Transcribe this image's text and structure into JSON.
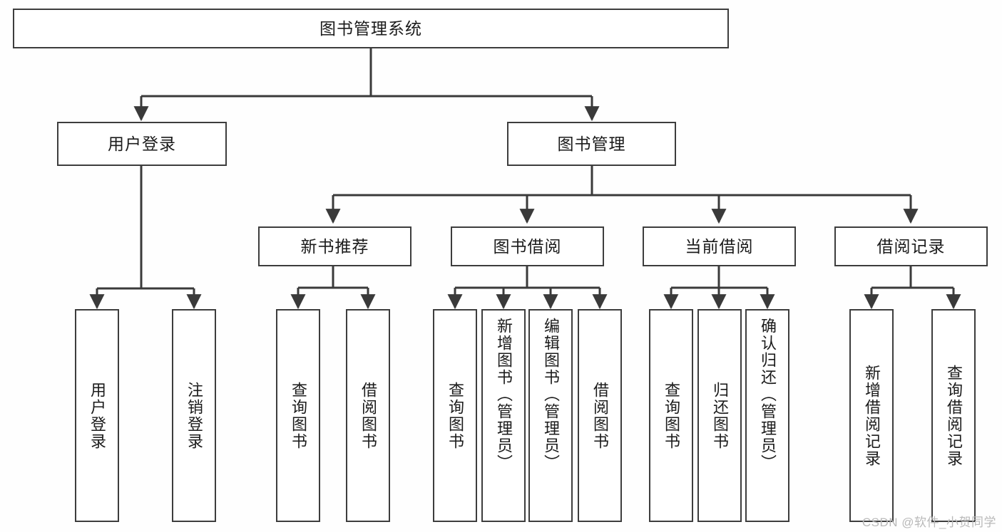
{
  "diagram": {
    "type": "tree-hierarchy",
    "title": "图书管理系统",
    "root": {
      "id": "root",
      "label": "图书管理系统",
      "orientation": "horizontal"
    },
    "level2": [
      {
        "id": "user-login",
        "label": "用户登录",
        "orientation": "horizontal"
      },
      {
        "id": "book-manage",
        "label": "图书管理",
        "orientation": "horizontal"
      }
    ],
    "level3": [
      {
        "id": "new-book-rec",
        "label": "新书推荐",
        "orientation": "horizontal",
        "parent": "book-manage"
      },
      {
        "id": "book-borrow",
        "label": "图书借阅",
        "orientation": "horizontal",
        "parent": "book-manage"
      },
      {
        "id": "current-borrow",
        "label": "当前借阅",
        "orientation": "horizontal",
        "parent": "book-manage"
      },
      {
        "id": "borrow-record",
        "label": "借阅记录",
        "orientation": "horizontal",
        "parent": "book-manage"
      }
    ],
    "leaves": [
      {
        "id": "leaf-user-login",
        "label": "用户登录",
        "parent": "user-login"
      },
      {
        "id": "leaf-user-logout",
        "label": "注销登录",
        "parent": "user-login"
      },
      {
        "id": "leaf-query-book-1",
        "label": "查询图书",
        "parent": "new-book-rec"
      },
      {
        "id": "leaf-borrow-book-1",
        "label": "借阅图书",
        "parent": "new-book-rec"
      },
      {
        "id": "leaf-query-book-2",
        "label": "查询图书",
        "parent": "book-borrow"
      },
      {
        "id": "leaf-add-book",
        "label": "新增图书（管理员）",
        "parent": "book-borrow"
      },
      {
        "id": "leaf-edit-book",
        "label": "编辑图书（管理员）",
        "parent": "book-borrow"
      },
      {
        "id": "leaf-borrow-book-2",
        "label": "借阅图书",
        "parent": "book-borrow"
      },
      {
        "id": "leaf-query-book-3",
        "label": "查询图书",
        "parent": "current-borrow"
      },
      {
        "id": "leaf-return-book",
        "label": "归还图书",
        "parent": "current-borrow"
      },
      {
        "id": "leaf-confirm-return",
        "label": "确认归还（管理员）",
        "parent": "current-borrow"
      },
      {
        "id": "leaf-add-record",
        "label": "新增借阅记录",
        "parent": "borrow-record"
      },
      {
        "id": "leaf-query-record",
        "label": "查询借阅记录",
        "parent": "borrow-record"
      }
    ],
    "colors": {
      "border": "#3d3d3d",
      "fill": "#ffffff",
      "text": "#1b1b1b",
      "connector": "#3a3a3a",
      "background": "#fefefe",
      "watermark": "#b9b9b9"
    }
  },
  "watermark": {
    "text": "CSDN @软件_小贺同学"
  }
}
